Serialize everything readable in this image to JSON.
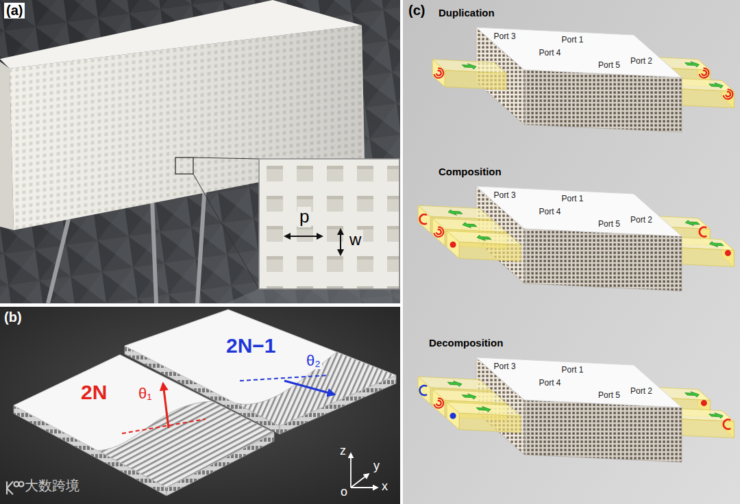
{
  "diagram": {
    "nodes": [
      {
        "text": [
          "2N",
          "θ₁"
        ]
      },
      {
        "text": [
          "2N−1",
          "θ₂"
        ]
      },
      {
        "text": [
          "Duplication",
          "Port 3",
          "Port 1",
          "Port 4",
          "Port 2",
          "Port 5"
        ]
      },
      {
        "text": [
          "Composition",
          "Port 3",
          "Port 1",
          "Port 4",
          "Port 2",
          "Port 5"
        ]
      },
      {
        "text": [
          "Decomposition",
          "Port 3",
          "Port 1",
          "Port 4",
          "Port 2",
          "Port 5"
        ]
      }
    ],
    "labels": [
      "(a)",
      "p",
      "w",
      "(b)",
      "z",
      "y",
      "o",
      "x",
      "大数跨境",
      "(c)"
    ]
  }
}
